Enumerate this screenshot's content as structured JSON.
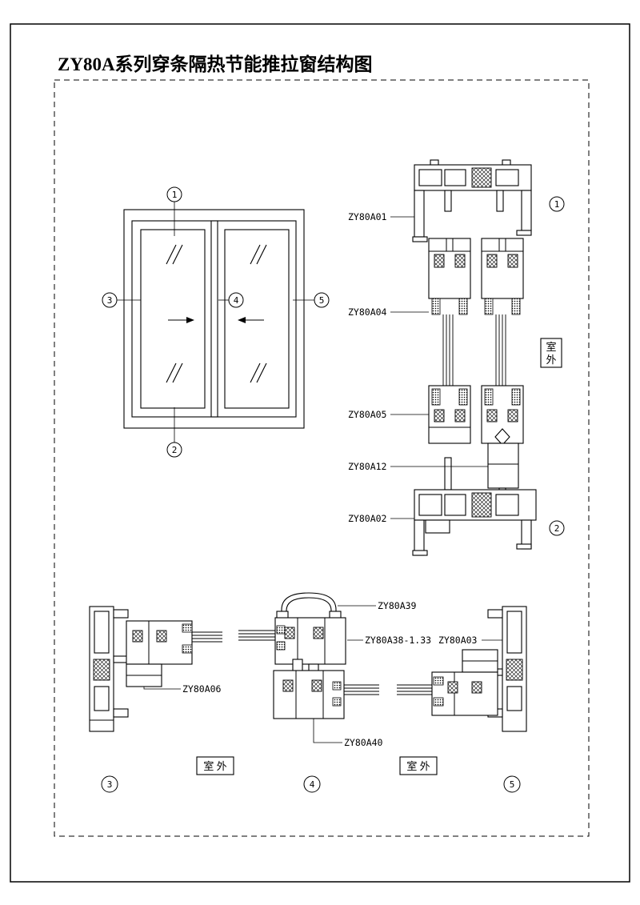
{
  "page": {
    "title": "ZY80A系列穿条隔热节能推拉窗结构图"
  },
  "callouts": {
    "n1": "1",
    "n2": "2",
    "n3": "3",
    "n4": "4",
    "n5": "5"
  },
  "part_labels": {
    "zy80a01": "ZY80A01",
    "zy80a02": "ZY80A02",
    "zy80a03": "ZY80A03",
    "zy80a04": "ZY80A04",
    "zy80a05": "ZY80A05",
    "zy80a06": "ZY80A06",
    "zy80a12": "ZY80A12",
    "zy80a38": "ZY80A38-1.33",
    "zy80a39": "ZY80A39",
    "zy80a40": "ZY80A40"
  },
  "annotations": {
    "outdoor_horizontal": "室 外",
    "outdoor_vertical_top": "室",
    "outdoor_vertical_bottom": "外"
  }
}
